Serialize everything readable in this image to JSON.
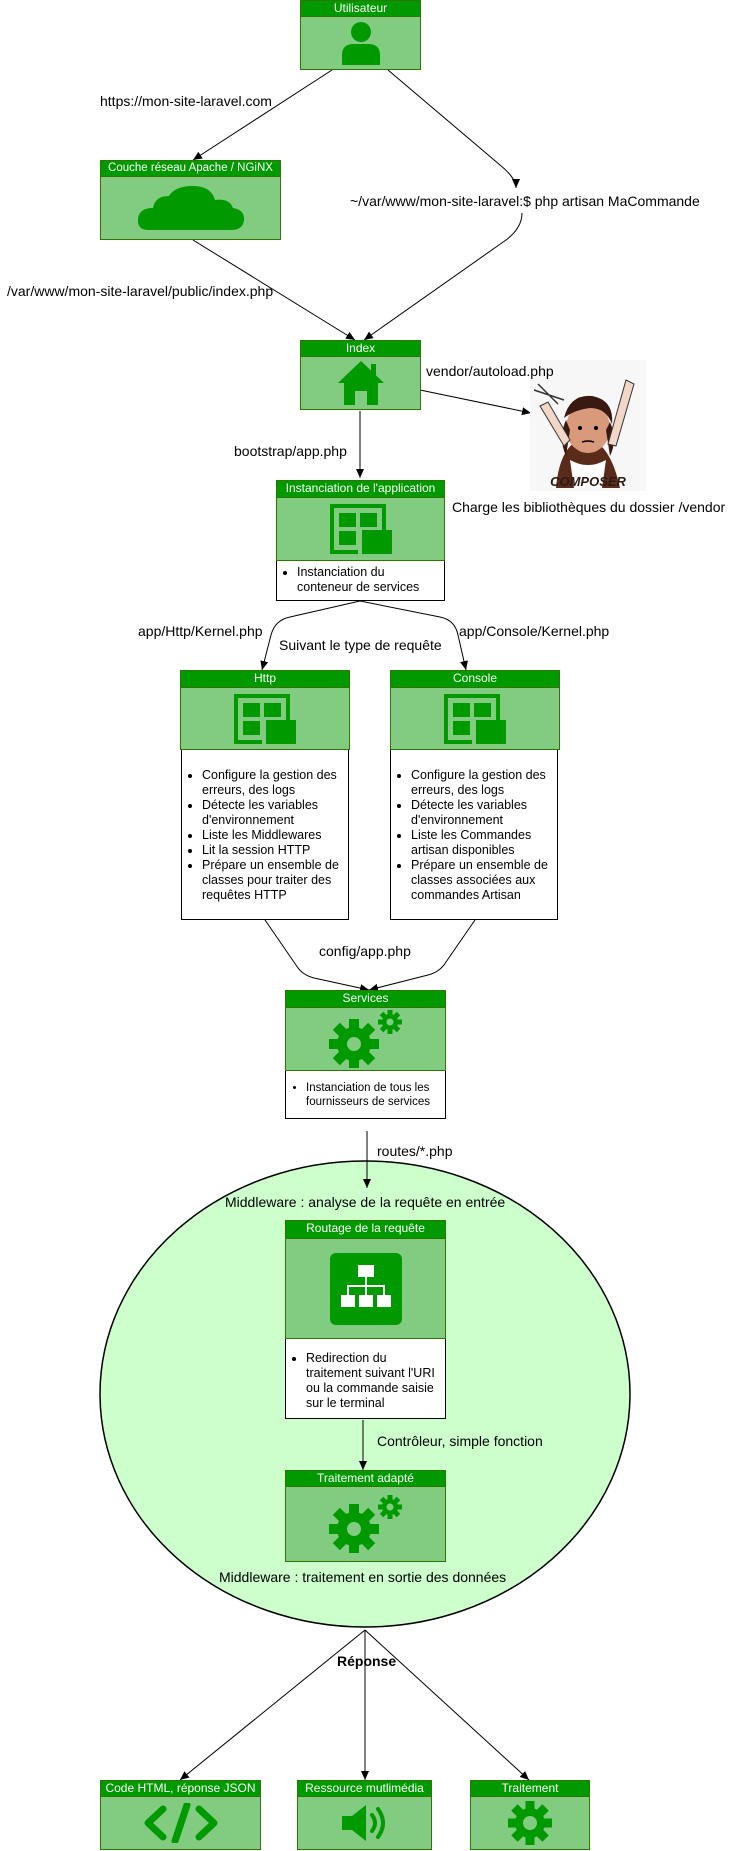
{
  "nodes": {
    "user": "Utilisateur",
    "network": "Couche réseau Apache / NGiNX",
    "index": "Index",
    "app_instance": "Instanciation de l'application",
    "app_instance_items": [
      "Instanciation du conteneur de services"
    ],
    "http": "Http",
    "http_items": [
      "Configure la gestion des erreurs, des logs",
      "Détecte les variables d'environnement",
      "Liste les Middlewares",
      "Lit la session HTTP",
      "Prépare un ensemble de classes pour traiter des requêtes HTTP"
    ],
    "console": "Console",
    "console_items": [
      "Configure la gestion des erreurs, des logs",
      "Détecte les variables d'environnement",
      "Liste les Commandes artisan disponibles",
      "Prépare un ensemble de classes associées aux commandes Artisan"
    ],
    "services": "Services",
    "services_items": [
      "Instanciation de tous les fournisseurs de services"
    ],
    "routing": "Routage de la requête",
    "routing_items": [
      "Redirection du traitement suivant l'URI ou la commande saisie sur le terminal"
    ],
    "processing": "Traitement adapté",
    "out_html": "Code HTML, réponse JSON",
    "out_media": "Ressource mutlimédia",
    "out_process": "Traitement"
  },
  "labels": {
    "url": "https://mon-site-laravel.com",
    "cli": "~/var/www/mon-site-laravel:$ php artisan MaCommande",
    "public_index": "/var/www/mon-site-laravel/public/index.php",
    "autoload": "vendor/autoload.php",
    "bootstrap": "bootstrap/app.php",
    "composer_desc": "Charge les bibliothèques du dossier /vendor",
    "http_kernel": "app/Http/Kernel.php",
    "request_type": "Suivant le type de requête",
    "console_kernel": "app/Console/Kernel.php",
    "config": "config/app.php",
    "routes": "routes/*.php",
    "middleware_in": "Middleware : analyse de la requête en entrée",
    "controller": "Contrôleur, simple fonction",
    "middleware_out": "Middleware : traitement en sortie des données",
    "response": "Réponse"
  },
  "composer_logo_text": "COMPOSER",
  "colors": {
    "header_green": "#009900",
    "body_green": "#81cc81",
    "ellipse_fill": "#ccffcc",
    "icon_green": "#009900"
  },
  "icons": {
    "user": "user-icon",
    "network": "cloud-icon",
    "index": "home-icon",
    "app_instance": "layout-icon",
    "http": "layout-icon",
    "console": "layout-icon",
    "services": "gears-icon",
    "routing": "sitemap-icon",
    "processing": "gears-icon",
    "out_html": "code-icon",
    "out_media": "speaker-icon",
    "out_process": "gear-icon"
  }
}
